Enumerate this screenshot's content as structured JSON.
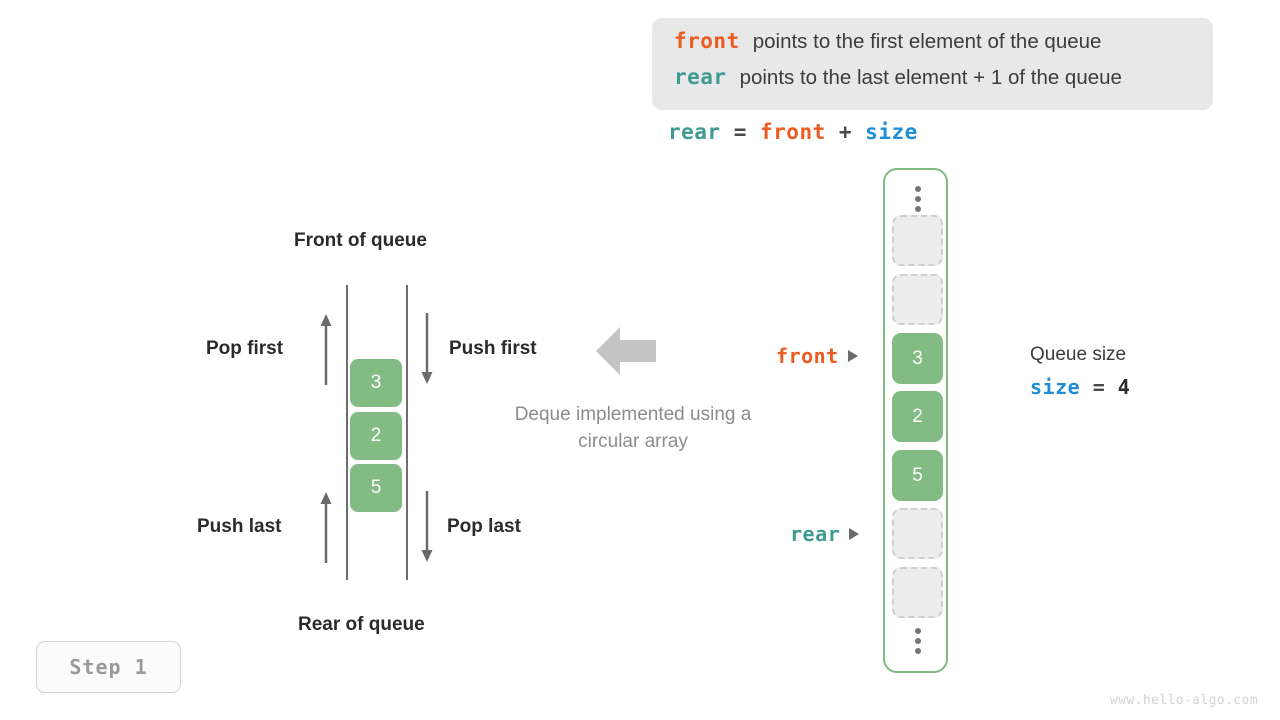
{
  "legend": {
    "lines": [
      {
        "keyword": "front",
        "text": "points to the first element of the queue",
        "color": "#ec5b20"
      },
      {
        "keyword": "rear",
        "text": "points to the last element + 1 of the queue",
        "color": "#3e9b8f"
      }
    ]
  },
  "formula": {
    "lhs": "rear",
    "eq": " = ",
    "rhs1": "front",
    "plus": " + ",
    "rhs2": "size"
  },
  "deque": {
    "title_front": "Front of queue",
    "title_rear": "Rear of queue",
    "labels": {
      "pop_first": "Pop first",
      "push_first": "Push first",
      "push_last": "Push last",
      "pop_last": "Pop last"
    },
    "cells": [
      "3",
      "2",
      "5"
    ],
    "note": "Deque implemented using a circular array"
  },
  "array": {
    "cells": [
      {
        "value": "",
        "state": "empty"
      },
      {
        "value": "",
        "state": "empty"
      },
      {
        "value": "3",
        "state": "filled"
      },
      {
        "value": "2",
        "state": "filled"
      },
      {
        "value": "5",
        "state": "filled"
      },
      {
        "value": "",
        "state": "empty"
      },
      {
        "value": "",
        "state": "empty"
      }
    ],
    "pointers": {
      "front": "front",
      "rear": "rear"
    }
  },
  "queue_size": {
    "title": "Queue size",
    "var": "size",
    "eq": " = ",
    "value": "4"
  },
  "step": {
    "label": "Step 1"
  },
  "watermark": {
    "text": "www.hello-algo.com"
  },
  "colors": {
    "front": "#ec5b20",
    "rear": "#3e9b8f",
    "size": "#1f8ed6",
    "filled_cell": "#82bb84",
    "container_border": "#7fba7f",
    "legend_bg": "#e8e8e8",
    "note_text": "#8c8c8c"
  }
}
